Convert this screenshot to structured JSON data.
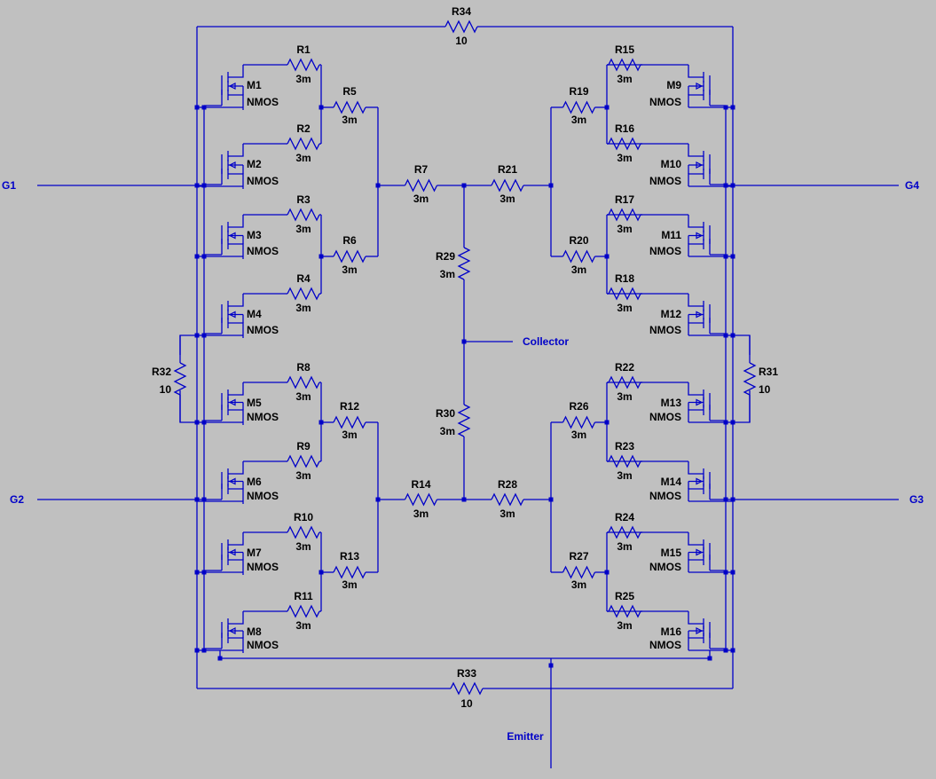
{
  "colors": {
    "background": "#c0c0c0",
    "wire": "#0000c8",
    "text": "#000000"
  },
  "nets": {
    "g1": "G1",
    "g2": "G2",
    "g3": "G3",
    "g4": "G4",
    "collector": "Collector",
    "emitter": "Emitter"
  },
  "resistors": {
    "r1": {
      "ref": "R1",
      "value": "3m"
    },
    "r2": {
      "ref": "R2",
      "value": "3m"
    },
    "r3": {
      "ref": "R3",
      "value": "3m"
    },
    "r4": {
      "ref": "R4",
      "value": "3m"
    },
    "r5": {
      "ref": "R5",
      "value": "3m"
    },
    "r6": {
      "ref": "R6",
      "value": "3m"
    },
    "r7": {
      "ref": "R7",
      "value": "3m"
    },
    "r8": {
      "ref": "R8",
      "value": "3m"
    },
    "r9": {
      "ref": "R9",
      "value": "3m"
    },
    "r10": {
      "ref": "R10",
      "value": "3m"
    },
    "r11": {
      "ref": "R11",
      "value": "3m"
    },
    "r12": {
      "ref": "R12",
      "value": "3m"
    },
    "r13": {
      "ref": "R13",
      "value": "3m"
    },
    "r14": {
      "ref": "R14",
      "value": "3m"
    },
    "r15": {
      "ref": "R15",
      "value": "3m"
    },
    "r16": {
      "ref": "R16",
      "value": "3m"
    },
    "r17": {
      "ref": "R17",
      "value": "3m"
    },
    "r18": {
      "ref": "R18",
      "value": "3m"
    },
    "r19": {
      "ref": "R19",
      "value": "3m"
    },
    "r20": {
      "ref": "R20",
      "value": "3m"
    },
    "r21": {
      "ref": "R21",
      "value": "3m"
    },
    "r22": {
      "ref": "R22",
      "value": "3m"
    },
    "r23": {
      "ref": "R23",
      "value": "3m"
    },
    "r24": {
      "ref": "R24",
      "value": "3m"
    },
    "r25": {
      "ref": "R25",
      "value": "3m"
    },
    "r26": {
      "ref": "R26",
      "value": "3m"
    },
    "r27": {
      "ref": "R27",
      "value": "3m"
    },
    "r28": {
      "ref": "R28",
      "value": "3m"
    },
    "r29": {
      "ref": "R29",
      "value": "3m"
    },
    "r30": {
      "ref": "R30",
      "value": "3m"
    },
    "r31": {
      "ref": "R31",
      "value": "10"
    },
    "r32": {
      "ref": "R32",
      "value": "10"
    },
    "r33": {
      "ref": "R33",
      "value": "10"
    },
    "r34": {
      "ref": "R34",
      "value": "10"
    }
  },
  "mosfets": {
    "m1": {
      "ref": "M1",
      "type": "NMOS"
    },
    "m2": {
      "ref": "M2",
      "type": "NMOS"
    },
    "m3": {
      "ref": "M3",
      "type": "NMOS"
    },
    "m4": {
      "ref": "M4",
      "type": "NMOS"
    },
    "m5": {
      "ref": "M5",
      "type": "NMOS"
    },
    "m6": {
      "ref": "M6",
      "type": "NMOS"
    },
    "m7": {
      "ref": "M7",
      "type": "NMOS"
    },
    "m8": {
      "ref": "M8",
      "type": "NMOS"
    },
    "m9": {
      "ref": "M9",
      "type": "NMOS"
    },
    "m10": {
      "ref": "M10",
      "type": "NMOS"
    },
    "m11": {
      "ref": "M11",
      "type": "NMOS"
    },
    "m12": {
      "ref": "M12",
      "type": "NMOS"
    },
    "m13": {
      "ref": "M13",
      "type": "NMOS"
    },
    "m14": {
      "ref": "M14",
      "type": "NMOS"
    },
    "m15": {
      "ref": "M15",
      "type": "NMOS"
    },
    "m16": {
      "ref": "M16",
      "type": "NMOS"
    }
  }
}
